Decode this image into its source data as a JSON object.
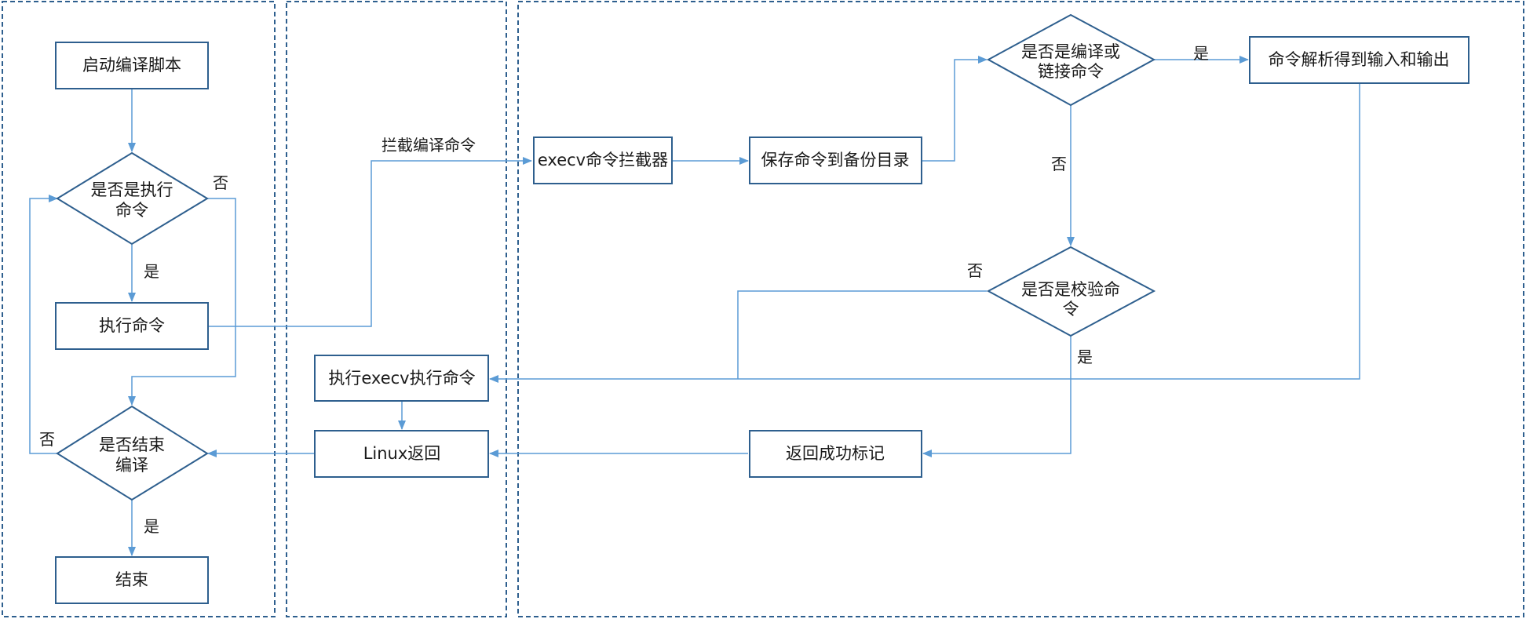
{
  "colors": {
    "stroke": "#2e5f8e",
    "arrow": "#5b9bd5",
    "lane_border": "#2e5f8e",
    "text": "#1a1a1a",
    "background": "#ffffff"
  },
  "nodes": {
    "start": "启动编译脚本",
    "is_exec_line1": "是否是执行",
    "is_exec_line2": "命令",
    "exec_cmd": "执行命令",
    "is_end_line1": "是否结束",
    "is_end_line2": "编译",
    "end": "结束",
    "exec_execv": "执行execv执行命令",
    "linux_return": "Linux返回",
    "interceptor": "execv命令拦截器",
    "save_cmd": "保存命令到备份目录",
    "is_compile_line1": "是否是编译或",
    "is_compile_line2": "链接命令",
    "parse_cmd": "命令解析得到输入和输出",
    "is_verify_line1": "是否是校验命",
    "is_verify_line2": "令",
    "return_success": "返回成功标记"
  },
  "edge_labels": {
    "intercept": "拦截编译命令",
    "exec_no": "否",
    "exec_yes": "是",
    "end_no": "否",
    "end_yes": "是",
    "compile_yes": "是",
    "compile_no": "否",
    "verify_no": "否",
    "verify_yes": "是"
  }
}
